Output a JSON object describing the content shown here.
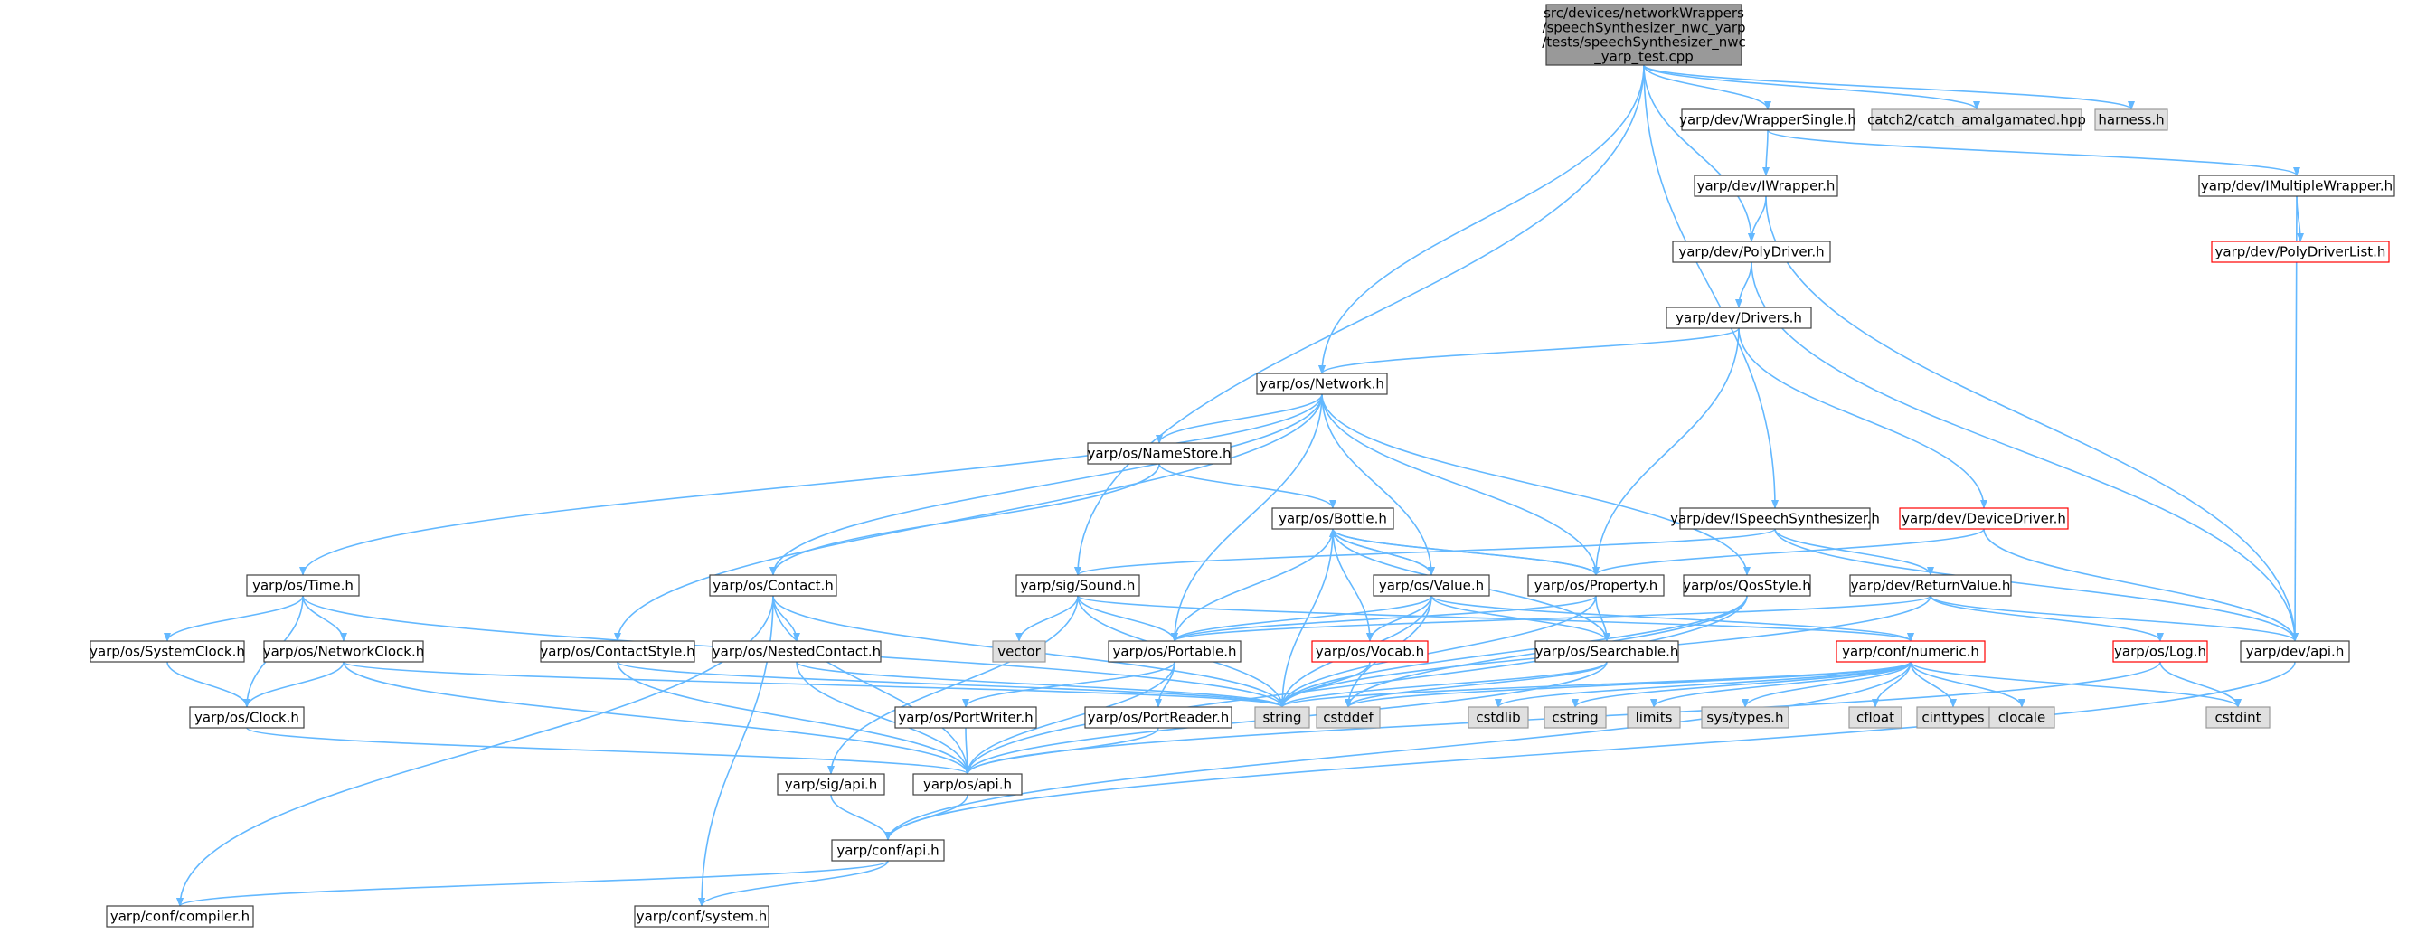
{
  "colors": {
    "edge": "#63b8ff",
    "node_fill": "#ffffff",
    "node_stroke": "#404040",
    "root_fill": "#999999",
    "system_fill": "#e0e0e0",
    "system_stroke": "#999999",
    "missing_stroke": "#ff0000"
  },
  "root": {
    "id": "root",
    "lines": [
      "src/devices/networkWrappers",
      "/speechSynthesizer_nwc_yarp",
      "/tests/speechSynthesizer_nwc",
      "_yarp_test.cpp"
    ]
  },
  "nodes": [
    {
      "id": "wrappersingle",
      "label": "yarp/dev/WrapperSingle.h",
      "kind": "normal"
    },
    {
      "id": "catch",
      "label": "catch2/catch_amalgamated.hpp",
      "kind": "system"
    },
    {
      "id": "harness",
      "label": "harness.h",
      "kind": "system"
    },
    {
      "id": "iwrapper",
      "label": "yarp/dev/IWrapper.h",
      "kind": "normal"
    },
    {
      "id": "imultiplewrapper",
      "label": "yarp/dev/IMultipleWrapper.h",
      "kind": "normal"
    },
    {
      "id": "polydriverlist",
      "label": "yarp/dev/PolyDriverList.h",
      "kind": "missing"
    },
    {
      "id": "polydriver",
      "label": "yarp/dev/PolyDriver.h",
      "kind": "normal"
    },
    {
      "id": "drivers",
      "label": "yarp/dev/Drivers.h",
      "kind": "normal"
    },
    {
      "id": "network",
      "label": "yarp/os/Network.h",
      "kind": "normal"
    },
    {
      "id": "namestore",
      "label": "yarp/os/NameStore.h",
      "kind": "normal"
    },
    {
      "id": "bottle",
      "label": "yarp/os/Bottle.h",
      "kind": "normal"
    },
    {
      "id": "ispeech",
      "label": "yarp/dev/ISpeechSynthesizer.h",
      "kind": "normal"
    },
    {
      "id": "devicedriver",
      "label": "yarp/dev/DeviceDriver.h",
      "kind": "missing"
    },
    {
      "id": "time",
      "label": "yarp/os/Time.h",
      "kind": "normal"
    },
    {
      "id": "contact",
      "label": "yarp/os/Contact.h",
      "kind": "normal"
    },
    {
      "id": "sound",
      "label": "yarp/sig/Sound.h",
      "kind": "normal"
    },
    {
      "id": "value",
      "label": "yarp/os/Value.h",
      "kind": "normal"
    },
    {
      "id": "property",
      "label": "yarp/os/Property.h",
      "kind": "normal"
    },
    {
      "id": "qosstyle",
      "label": "yarp/os/QosStyle.h",
      "kind": "normal"
    },
    {
      "id": "returnvalue",
      "label": "yarp/dev/ReturnValue.h",
      "kind": "normal"
    },
    {
      "id": "systemclock",
      "label": "yarp/os/SystemClock.h",
      "kind": "normal"
    },
    {
      "id": "networkclock",
      "label": "yarp/os/NetworkClock.h",
      "kind": "normal"
    },
    {
      "id": "contactstyle",
      "label": "yarp/os/ContactStyle.h",
      "kind": "normal"
    },
    {
      "id": "nestedcontact",
      "label": "yarp/os/NestedContact.h",
      "kind": "normal"
    },
    {
      "id": "vector",
      "label": "vector",
      "kind": "system"
    },
    {
      "id": "portable",
      "label": "yarp/os/Portable.h",
      "kind": "normal"
    },
    {
      "id": "vocab",
      "label": "yarp/os/Vocab.h",
      "kind": "missing"
    },
    {
      "id": "searchable",
      "label": "yarp/os/Searchable.h",
      "kind": "normal"
    },
    {
      "id": "numeric",
      "label": "yarp/conf/numeric.h",
      "kind": "missing"
    },
    {
      "id": "log",
      "label": "yarp/os/Log.h",
      "kind": "missing"
    },
    {
      "id": "devapi",
      "label": "yarp/dev/api.h",
      "kind": "normal"
    },
    {
      "id": "clock",
      "label": "yarp/os/Clock.h",
      "kind": "normal"
    },
    {
      "id": "string",
      "label": "string",
      "kind": "system"
    },
    {
      "id": "portwriter",
      "label": "yarp/os/PortWriter.h",
      "kind": "normal"
    },
    {
      "id": "portreader",
      "label": "yarp/os/PortReader.h",
      "kind": "normal"
    },
    {
      "id": "cstddef",
      "label": "cstddef",
      "kind": "system"
    },
    {
      "id": "cstdlib",
      "label": "cstdlib",
      "kind": "system"
    },
    {
      "id": "cstring",
      "label": "cstring",
      "kind": "system"
    },
    {
      "id": "limits",
      "label": "limits",
      "kind": "system"
    },
    {
      "id": "systypes",
      "label": "sys/types.h",
      "kind": "system"
    },
    {
      "id": "cfloat",
      "label": "cfloat",
      "kind": "system"
    },
    {
      "id": "cinttypes",
      "label": "cinttypes",
      "kind": "system"
    },
    {
      "id": "clocale",
      "label": "clocale",
      "kind": "system"
    },
    {
      "id": "cstdint",
      "label": "cstdint",
      "kind": "system"
    },
    {
      "id": "sigapi",
      "label": "yarp/sig/api.h",
      "kind": "normal"
    },
    {
      "id": "osapi",
      "label": "yarp/os/api.h",
      "kind": "normal"
    },
    {
      "id": "confapi",
      "label": "yarp/conf/api.h",
      "kind": "normal"
    },
    {
      "id": "compiler",
      "label": "yarp/conf/compiler.h",
      "kind": "normal"
    },
    {
      "id": "system",
      "label": "yarp/conf/system.h",
      "kind": "normal"
    }
  ]
}
